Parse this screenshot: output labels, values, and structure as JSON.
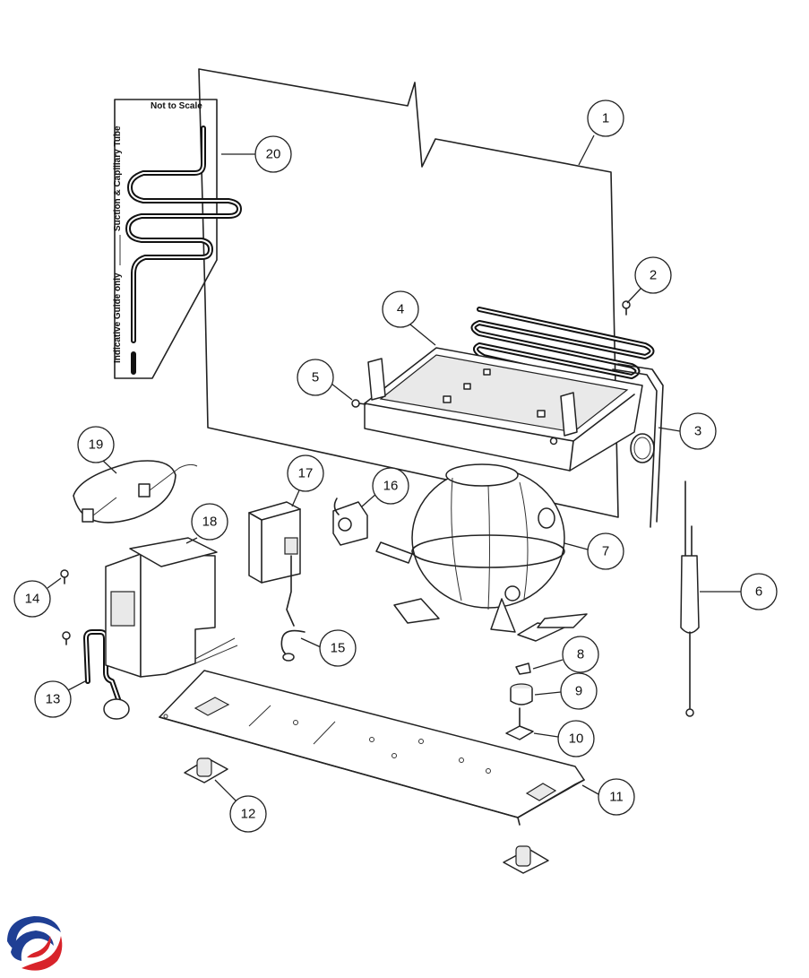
{
  "diagram": {
    "note_scale": "Not to Scale",
    "vertical_label_top": "Suction & Capillary Tube",
    "vertical_label_bottom": "Indicative Guide only"
  },
  "callouts": [
    {
      "id": "1",
      "name": "callout-1-cabinet-back"
    },
    {
      "id": "2",
      "name": "callout-2-screw"
    },
    {
      "id": "3",
      "name": "callout-3-condenser-coil"
    },
    {
      "id": "4",
      "name": "callout-4-drip-tray"
    },
    {
      "id": "5",
      "name": "callout-5-screw"
    },
    {
      "id": "6",
      "name": "callout-6-filter-drier"
    },
    {
      "id": "7",
      "name": "callout-7-compressor"
    },
    {
      "id": "8",
      "name": "callout-8-clip"
    },
    {
      "id": "9",
      "name": "callout-9-grommet"
    },
    {
      "id": "10",
      "name": "callout-10-mounting-bolt"
    },
    {
      "id": "11",
      "name": "callout-11-base-plate"
    },
    {
      "id": "12",
      "name": "callout-12-roller"
    },
    {
      "id": "13",
      "name": "callout-13-capacitor"
    },
    {
      "id": "14",
      "name": "callout-14-screw"
    },
    {
      "id": "15",
      "name": "callout-15-ground-wire"
    },
    {
      "id": "16",
      "name": "callout-16-overload"
    },
    {
      "id": "17",
      "name": "callout-17-relay"
    },
    {
      "id": "18",
      "name": "callout-18-control-box"
    },
    {
      "id": "19",
      "name": "callout-19-wire-harness"
    },
    {
      "id": "20",
      "name": "callout-20-suction-capillary-tube"
    }
  ],
  "logo": {
    "icon": "brand-swirl-logo",
    "colors": [
      "#1f3f94",
      "#d8232a"
    ]
  }
}
